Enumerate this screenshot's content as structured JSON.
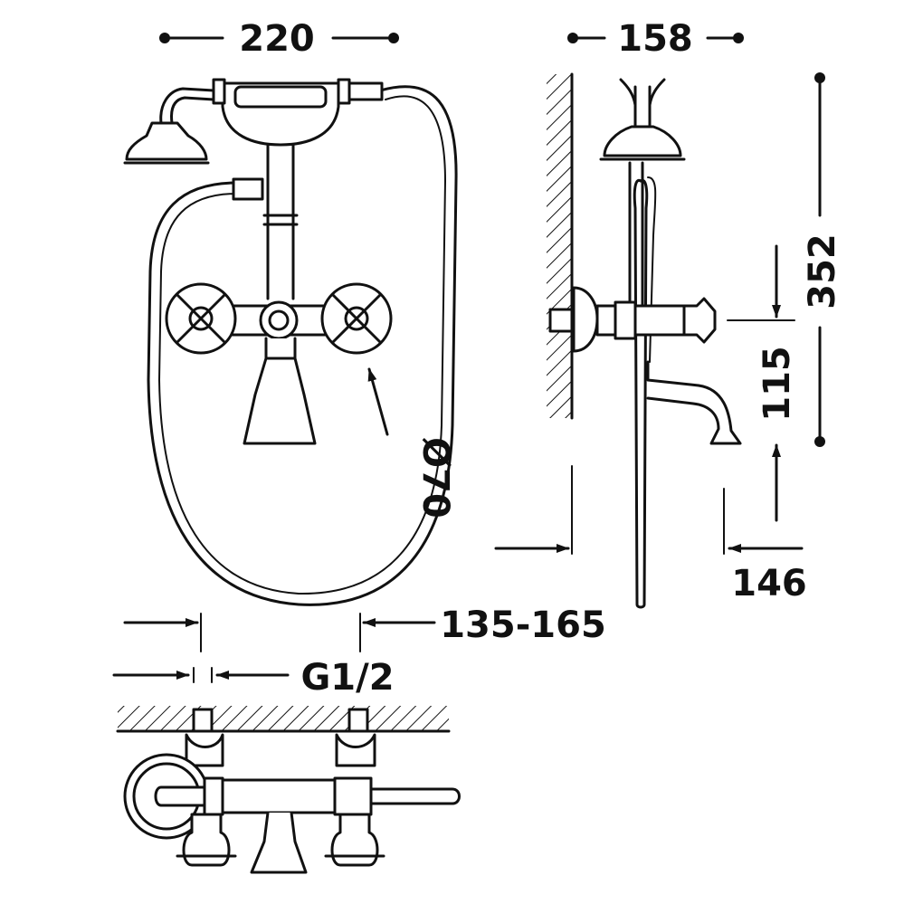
{
  "dimensions": {
    "width_front": "220",
    "depth_side": "158",
    "total_height": "352",
    "spout_height": "115",
    "spout_projection": "146",
    "inlet_centers": "135-165",
    "connection_thread": "G1/2",
    "handle_diameter": "Ø70"
  },
  "colors": {
    "line": "#111111",
    "background": "#ffffff"
  }
}
